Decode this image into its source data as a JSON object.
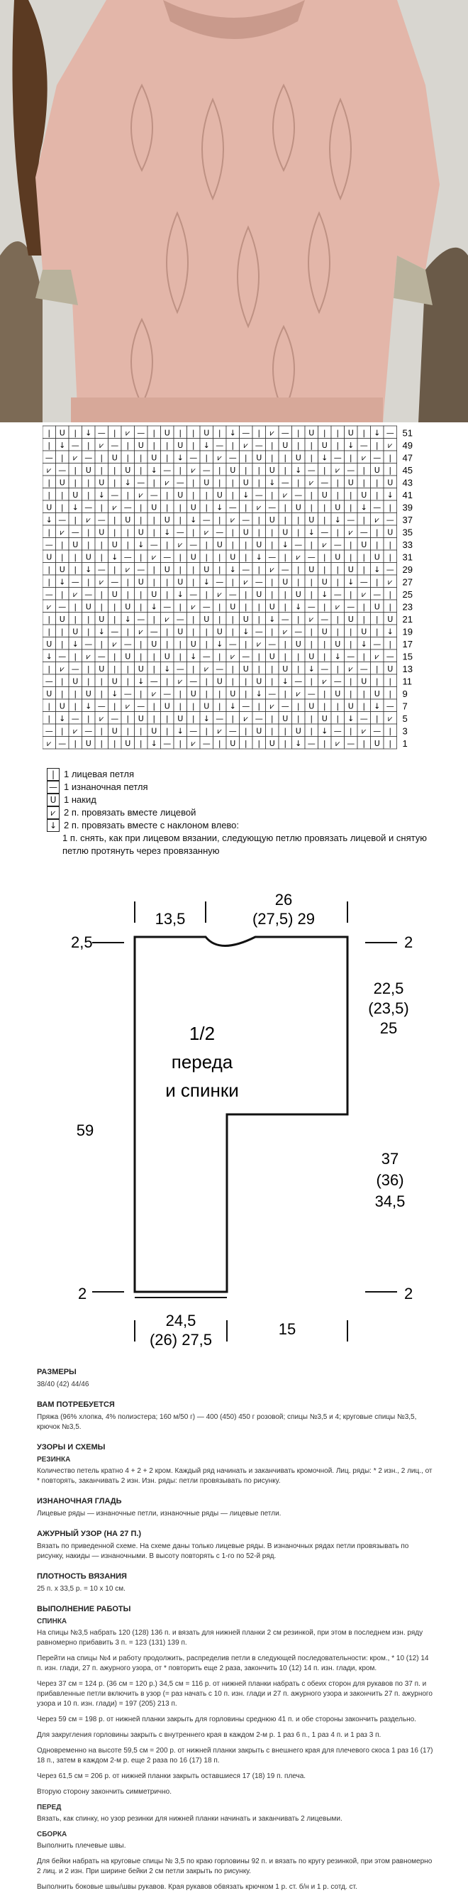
{
  "chart_rows": [
    51,
    49,
    47,
    45,
    43,
    41,
    39,
    37,
    35,
    33,
    31,
    29,
    27,
    25,
    23,
    21,
    19,
    17,
    15,
    13,
    11,
    9,
    7,
    5,
    3,
    1
  ],
  "legend": {
    "items": [
      {
        "symbol": "|",
        "label": "1 лицевая петля"
      },
      {
        "symbol": "—",
        "label": "1 изнаночная петля"
      },
      {
        "symbol": "U",
        "label": "1 накид"
      },
      {
        "symbol": "⩗",
        "label": "2 п. провязать вместе лицевой"
      },
      {
        "symbol": "↓",
        "label": "2 п. провязать вместе с наклоном влево:"
      }
    ],
    "continuation": "1 п. снять, как при лицевом вязании, следующую петлю провязать лицевой и снятую петлю протянуть через провязанную"
  },
  "schematic": {
    "top_neck": "13,5",
    "top_width_line1": "26",
    "top_width_line2": "(27,5) 29",
    "left_top_measure": "2,5",
    "right_top_measure": "2",
    "armhole_line1": "22,5",
    "armhole_line2": "(23,5)",
    "armhole_line3": "25",
    "side_line1": "37",
    "side_line2": "(36)",
    "side_line3": "34,5",
    "total_height": "59",
    "center_line1": "1/2",
    "center_line2": "переда",
    "center_line3": "и спинки",
    "bottom_left_measure": "2",
    "bottom_right_measure": "2",
    "bottom_width_line1": "24,5",
    "bottom_width_line2": "(26) 27,5",
    "bottom_sleeve": "15"
  },
  "text": {
    "sizes_title": "РАЗМЕРЫ",
    "sizes_body": "38/40 (42) 44/46",
    "need_title": "ВАМ ПОТРЕБУЕТСЯ",
    "need_body": "Пряжа (96% хлопка, 4% полиэстера; 160 м/50 г) — 400 (450) 450 г розовой; спицы №3,5 и 4; круговые спицы №3,5, крючок №3,5.",
    "patterns_title": "УЗОРЫ И СХЕМЫ",
    "rib_title": "РЕЗИНКА",
    "rib_body": "Количество петель кратно 4 + 2 + 2 кром. Каждый ряд начинать и заканчивать кромочной. Лиц. ряды: * 2 изн., 2 лиц., от * повторять, заканчивать 2 изн. Изн. ряды: петли провязывать по рисунку.",
    "purl_title": "ИЗНАНОЧНАЯ ГЛАДЬ",
    "purl_body": "Лицевые ряды — изнаночные петли, изнаночные ряды — лицевые петли.",
    "lace_title": "АЖУРНЫЙ УЗОР (НА 27 П.)",
    "lace_body": "Вязать по приведенной схеме. На схеме даны только лицевые ряды. В изнаночных рядах петли провязывать по рисунку, накиды — изнаночными. В высоту повторять с 1-го по 52-й ряд.",
    "density_title": "ПЛОТНОСТЬ ВЯЗАНИЯ",
    "density_body": "25 п. х 33,5 р. = 10 х 10 см.",
    "work_title": "ВЫПОЛНЕНИЕ РАБОТЫ",
    "back_title": "СПИНКА",
    "back_p1": "На спицы №3,5 набрать 120 (128) 136 п. и вязать для нижней планки 2 см резинкой, при этом в последнем изн. ряду равномерно прибавить 3 п. = 123 (131) 139 п.",
    "back_p2": "Перейти на спицы №4 и работу продолжить, распределив петли в следующей последовательности: кром., * 10 (12) 14 п. изн. глади, 27 п. ажурного узора, от * повторить еще 2 раза, закончить 10 (12) 14 п. изн. глади, кром.",
    "back_p3": "Через 37 см = 124 р. (36 см = 120 р.) 34,5 см = 116 р. от нижней планки набрать с обеих сторон для рукавов по 37 п. и прибавленные петли включить в узор (= раз начать с 10 п. изн. глади и 27 п. ажурного узора и закончить 27 п. ажурного узора и 10 п. изн. глади) = 197 (205) 213 п.",
    "back_p4": "Через 59 см = 198 р. от нижней планки закрыть для горловины среднюю 41 п. и обе стороны закончить раздельно.",
    "back_p5": "Для закругления горловины закрыть с внутреннего края в каждом 2-м р. 1 раз 6 п., 1 раз 4 п. и 1 раз 3 п.",
    "back_p6": "Одновременно на высоте 59,5 см = 200 р. от нижней планки закрыть с внешнего края для плечевого скоса 1 раз 16 (17) 18 п., затем в каждом 2-м р. еще 2 раза по 16 (17) 18 п.",
    "back_p7": "Через 61,5 см = 206 р. от нижней планки закрыть оставшиеся 17 (18) 19 п. плеча.",
    "back_p8": "Вторую сторону закончить симметрично.",
    "front_title": "ПЕРЕД",
    "front_body": "Вязать, как спинку, но узор резинки для нижней планки начинать и заканчивать 2 лицевыми.",
    "assembly_title": "СБОРКА",
    "assembly_p1": "Выполнить плечевые швы.",
    "assembly_p2": "Для бейки набрать на круговые спицы № 3,5 по краю горловины 92 п. и вязать по кругу резинкой, при этом равномерно 2 лиц. и 2 изн. При ширине бейки 2 см петли закрыть по рисунку.",
    "assembly_p3": "Выполнить боковые швы/швы рукавов. Края рукавов обвязать крючком 1 р. ст. б/н и 1 р. сотд. ст."
  }
}
